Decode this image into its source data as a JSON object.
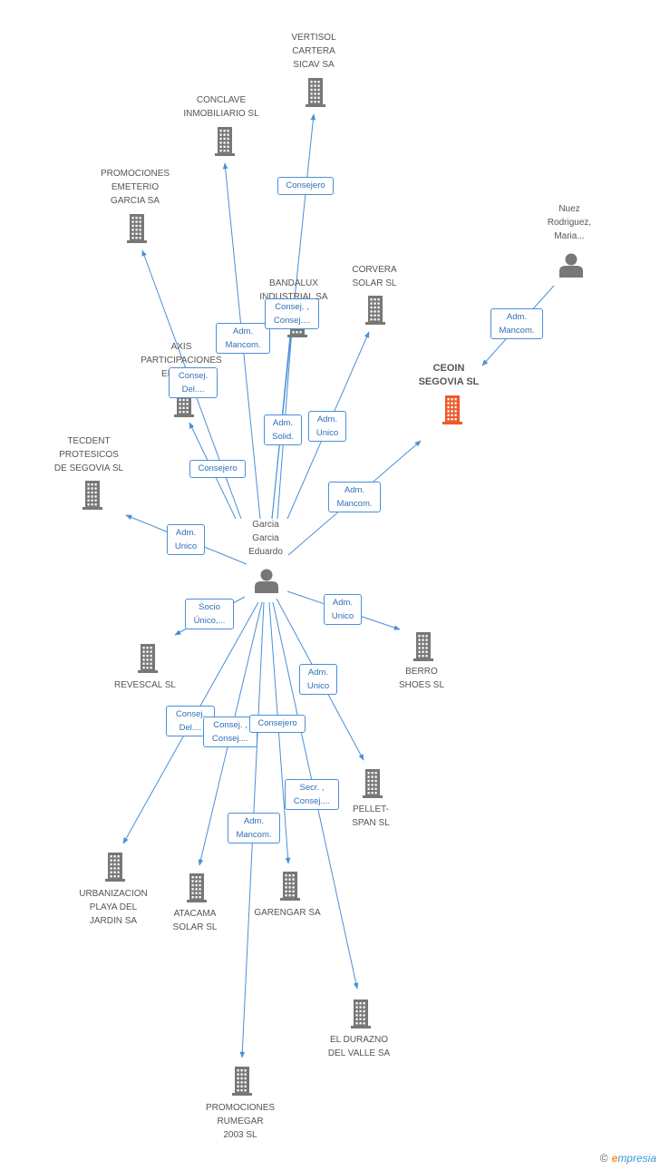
{
  "colors": {
    "edge": "#4a8fd8",
    "company": "#777777",
    "focus": "#ef5a2a",
    "person": "#777777"
  },
  "nodes": [
    {
      "id": "vertisol",
      "type": "company",
      "label": "VERTISOL\nCARTERA\nSICAV SA"
    },
    {
      "id": "conclave",
      "type": "company",
      "label": "CONCLAVE\nINMOBILIARIO SL"
    },
    {
      "id": "promociones_emeterio",
      "type": "company",
      "label": "PROMOCIONES\nEMETERIO\nGARCIA SA"
    },
    {
      "id": "nuez",
      "type": "person",
      "label": "Nuez\nRodriguez,\nMaria..."
    },
    {
      "id": "bandalux",
      "type": "company",
      "label": "BANDALUX\nINDUSTRIAL SA"
    },
    {
      "id": "corvera",
      "type": "company",
      "label": "CORVERA\nSOLAR SL"
    },
    {
      "id": "axis",
      "type": "company",
      "label": "AXIS\nPARTICIPACIONES\nEMPRE..."
    },
    {
      "id": "ceoin",
      "type": "focus",
      "label": "CEOIN\nSEGOVIA SL"
    },
    {
      "id": "tecdent",
      "type": "company",
      "label": "TECDENT\nPROTESICOS\nDE SEGOVIA SL"
    },
    {
      "id": "garcia",
      "type": "person",
      "label": "Garcia\nGarcia\nEduardo"
    },
    {
      "id": "revescal",
      "type": "company",
      "label": "REVESCAL SL"
    },
    {
      "id": "berro",
      "type": "company",
      "label": "BERRO\nSHOES SL"
    },
    {
      "id": "pellet",
      "type": "company",
      "label": "PELLET-\nSPAN SL"
    },
    {
      "id": "urbanizacion",
      "type": "company",
      "label": "URBANIZACION\nPLAYA DEL\nJARDIN SA"
    },
    {
      "id": "atacama",
      "type": "company",
      "label": "ATACAMA\nSOLAR SL"
    },
    {
      "id": "garengar",
      "type": "company",
      "label": "GARENGAR SA"
    },
    {
      "id": "durazno",
      "type": "company",
      "label": "EL DURAZNO\nDEL VALLE SA"
    },
    {
      "id": "rumegar",
      "type": "company",
      "label": "PROMOCIONES\nRUMEGAR\n2003 SL"
    }
  ],
  "edges": [
    {
      "from": "garcia",
      "to": "vertisol",
      "label": "Consejero"
    },
    {
      "from": "garcia",
      "to": "conclave",
      "label": "Adm.\nMancom."
    },
    {
      "from": "garcia",
      "to": "promociones_emeterio",
      "label": "Consej.\nDel...."
    },
    {
      "from": "garcia",
      "to": "bandalux",
      "label": "Consej. ,\nConsej...."
    },
    {
      "from": "garcia",
      "to": "bandalux",
      "label": "Adm.\nSolid."
    },
    {
      "from": "garcia",
      "to": "corvera",
      "label": "Adm.\nUnico"
    },
    {
      "from": "garcia",
      "to": "axis",
      "label": "Consejero"
    },
    {
      "from": "garcia",
      "to": "ceoin",
      "label": "Adm.\nMancom."
    },
    {
      "from": "nuez",
      "to": "ceoin",
      "label": "Adm.\nMancom."
    },
    {
      "from": "garcia",
      "to": "tecdent",
      "label": "Adm.\nUnico"
    },
    {
      "from": "garcia",
      "to": "revescal",
      "label": "Socio\nÚnico,..."
    },
    {
      "from": "garcia",
      "to": "berro",
      "label": "Adm.\nUnico"
    },
    {
      "from": "garcia",
      "to": "pellet",
      "label": "Adm.\nUnico"
    },
    {
      "from": "garcia",
      "to": "urbanizacion",
      "label": "Consej.\nDel...."
    },
    {
      "from": "garcia",
      "to": "atacama",
      "label": "Consej. ,\nConsej...."
    },
    {
      "from": "garcia",
      "to": "garengar",
      "label": "Consejero"
    },
    {
      "from": "garcia",
      "to": "durazno",
      "label": "Secr. ,\nConsej...."
    },
    {
      "from": "garcia",
      "to": "rumegar",
      "label": "Adm.\nMancom."
    }
  ],
  "brand": {
    "copyright": "©",
    "e": "e",
    "rest": "mpresia"
  }
}
